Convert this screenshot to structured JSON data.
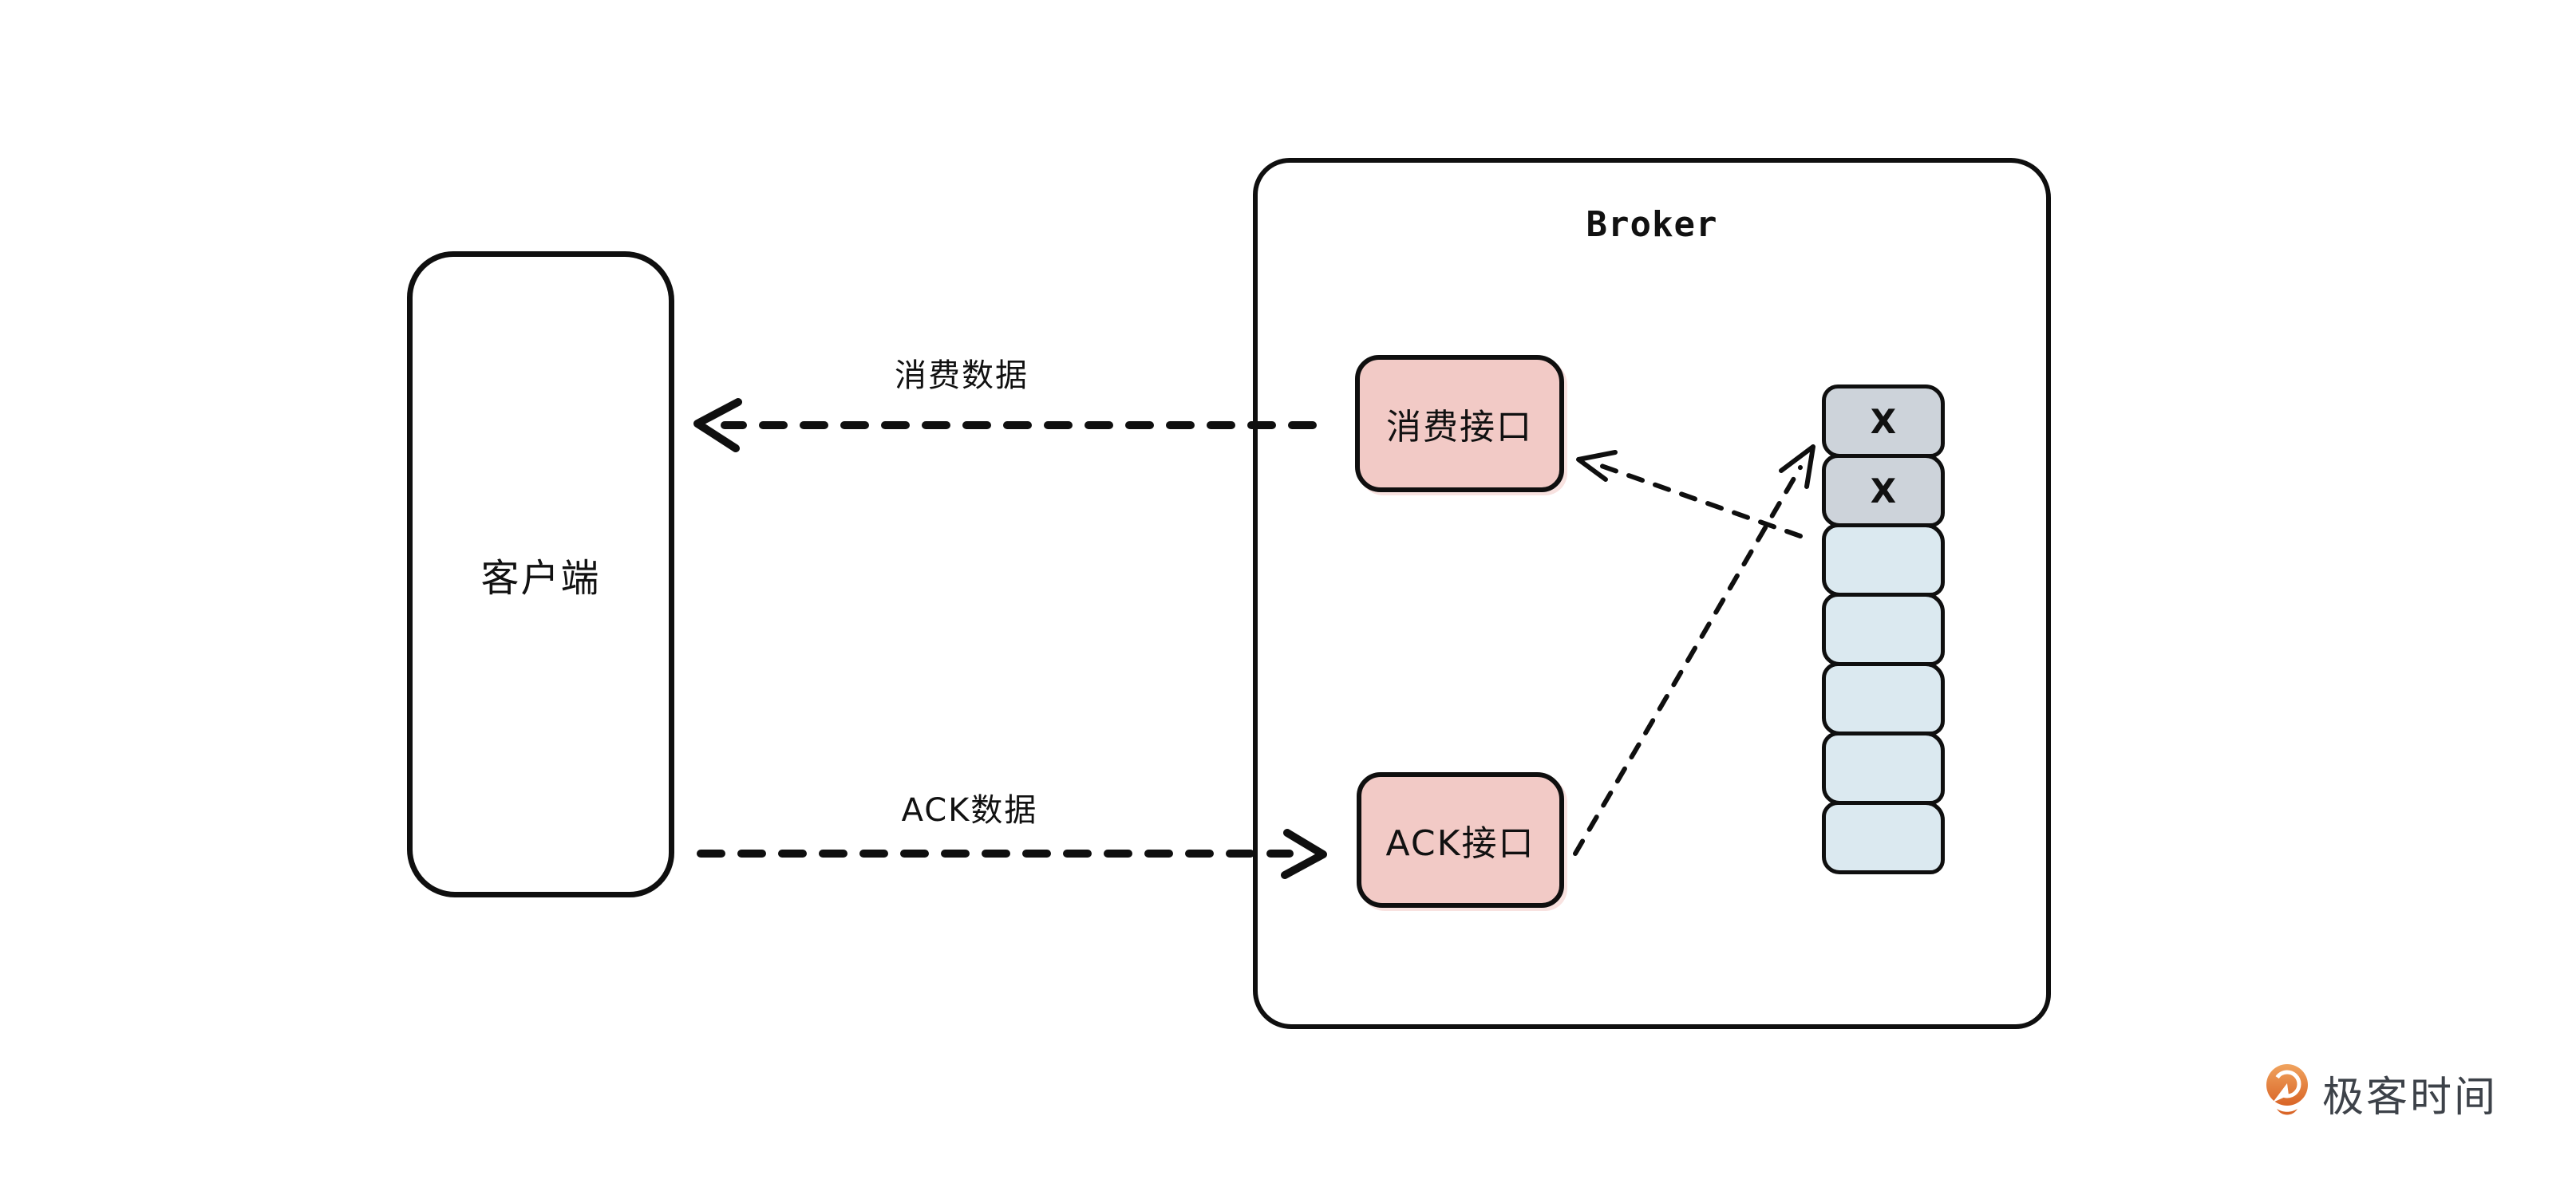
{
  "diagram": {
    "client": {
      "label": "客户端"
    },
    "broker": {
      "title": "Broker"
    },
    "interfaces": {
      "consume_label": "消费接口",
      "ack_label": "ACK接口"
    },
    "arrows": {
      "consume_label": "消费数据",
      "ack_label": "ACK数据",
      "consume_direction": "broker-to-client",
      "ack_direction": "client-to-broker"
    },
    "queue": {
      "cells": [
        {
          "type": "consumed",
          "label": "X"
        },
        {
          "type": "consumed",
          "label": "X"
        },
        {
          "type": "pending",
          "label": ""
        },
        {
          "type": "pending",
          "label": ""
        },
        {
          "type": "pending",
          "label": ""
        },
        {
          "type": "pending",
          "label": ""
        },
        {
          "type": "pending",
          "label": ""
        }
      ]
    },
    "colors": {
      "pink": "#f2cac6",
      "gray": "#cdd3da",
      "blue": "#dbe9f0",
      "ink": "#0f0f0f"
    }
  },
  "footer": {
    "logo_text": "极客时间",
    "logo_orange": "#dd6b2f"
  }
}
